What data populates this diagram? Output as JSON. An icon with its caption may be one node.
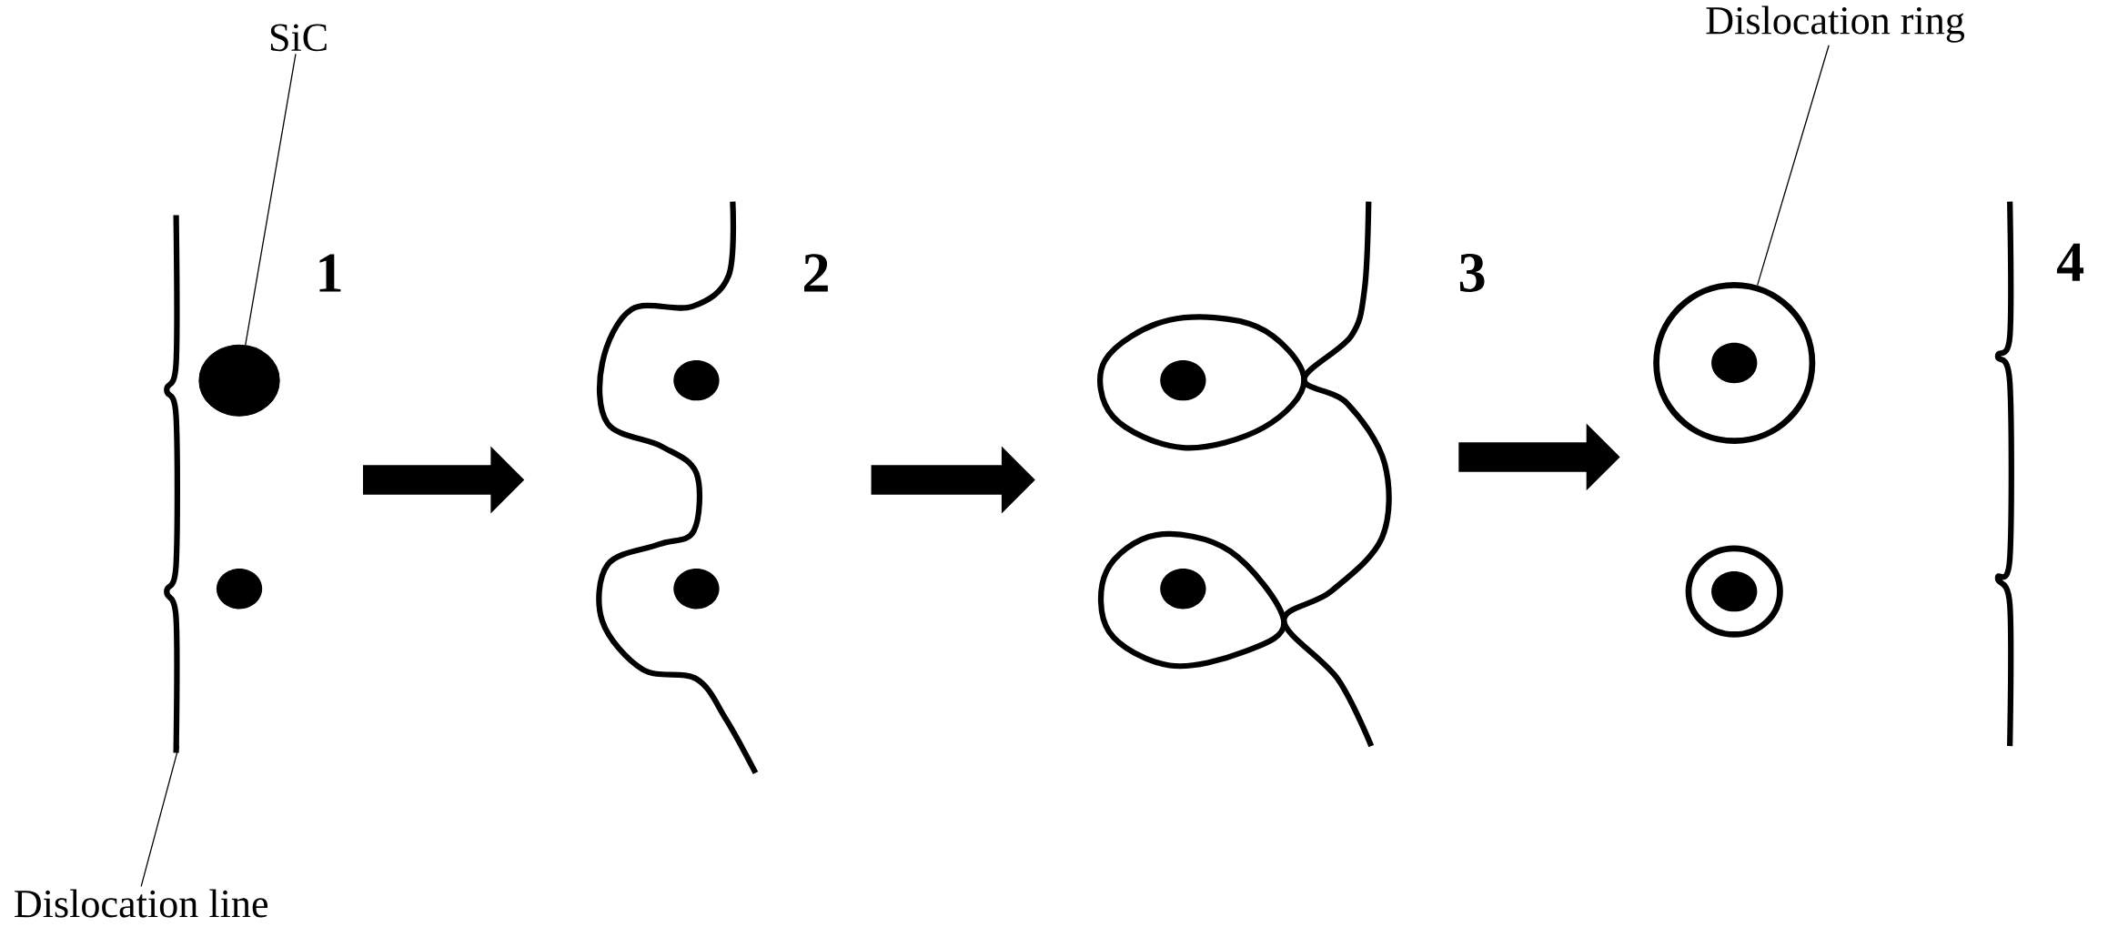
{
  "diagram": {
    "nodes": [
      {
        "text": [
          "SiC"
        ]
      },
      {
        "text": [],
        "shape": "circle"
      },
      {
        "text": [
          "Dislocation line"
        ]
      },
      {
        "text": [
          "Dislocation ring"
        ]
      },
      {
        "text": [],
        "shape": "ring"
      }
    ],
    "edges": [
      {
        "from": 0,
        "to": 1,
        "arrow": "none"
      },
      {
        "from": 2,
        "to": null,
        "arrow": "none"
      },
      {
        "from": 3,
        "to": 4,
        "arrow": "none"
      }
    ],
    "labels": [
      "1",
      "2",
      "3",
      "4"
    ]
  }
}
